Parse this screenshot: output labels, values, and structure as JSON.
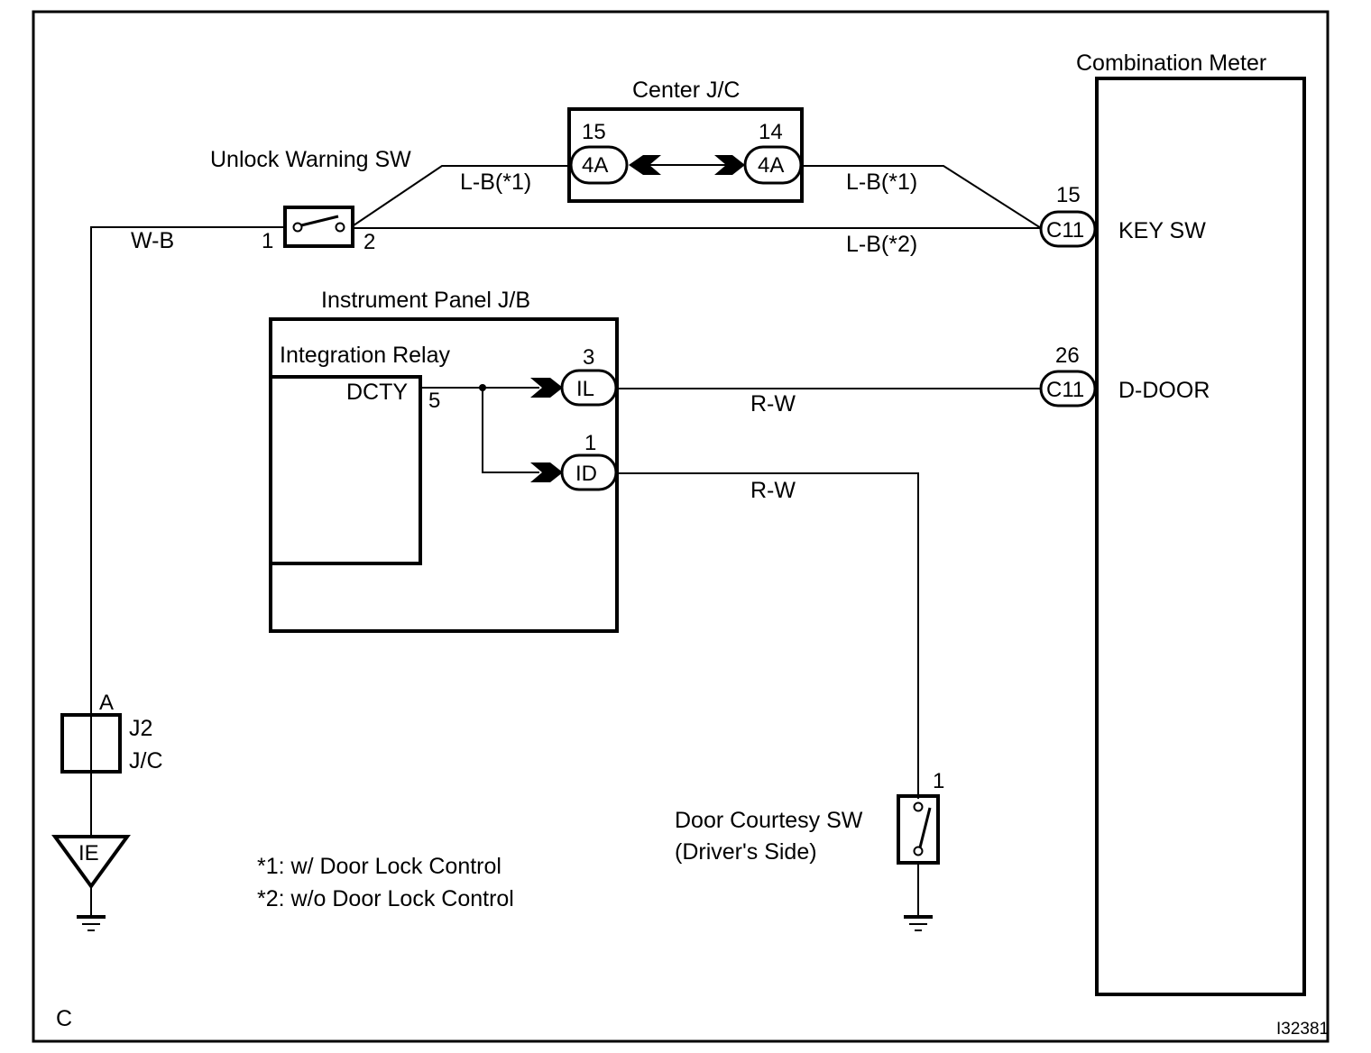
{
  "diagram": {
    "title_corner": "C",
    "figure_id": "I32381",
    "components": {
      "unlock_warning_sw": {
        "label": "Unlock Warning SW",
        "pin_left": "1",
        "pin_right": "2"
      },
      "center_jc": {
        "label": "Center J/C",
        "left_connector": {
          "pin": "15",
          "code": "4A"
        },
        "right_connector": {
          "pin": "14",
          "code": "4A"
        }
      },
      "combination_meter": {
        "label": "Combination Meter",
        "terminals": [
          {
            "pin": "15",
            "connector": "C11",
            "name": "KEY SW"
          },
          {
            "pin": "26",
            "connector": "C11",
            "name": "D-DOOR"
          }
        ]
      },
      "instrument_panel_jb": {
        "label": "Instrument Panel J/B",
        "relay_label": "Integration Relay",
        "relay_terminal": "DCTY",
        "relay_pin": "5",
        "connectors": [
          {
            "pin": "3",
            "code": "IL"
          },
          {
            "pin": "1",
            "code": "ID"
          }
        ]
      },
      "j2_jc": {
        "pin": "A",
        "label_line1": "J2",
        "label_line2": "J/C"
      },
      "ground_point": {
        "code": "IE"
      },
      "door_courtesy_sw": {
        "label_line1": "Door Courtesy SW",
        "label_line2": "(Driver's Side)",
        "pin": "1"
      }
    },
    "wires": {
      "wb": "W-B",
      "lb1_left": "L-B(*1)",
      "lb1_right": "L-B(*1)",
      "lb2": "L-B(*2)",
      "rw_upper": "R-W",
      "rw_lower": "R-W"
    },
    "notes": [
      "*1: w/ Door Lock Control",
      "*2: w/o Door Lock Control"
    ],
    "colors": {
      "ink": "#000000",
      "paper": "#ffffff"
    }
  }
}
